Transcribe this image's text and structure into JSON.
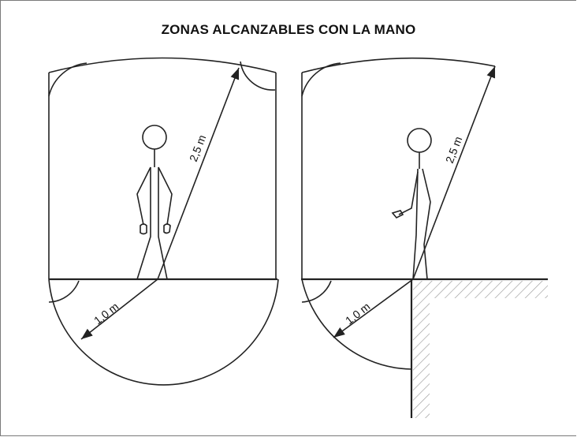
{
  "title": "ZONAS ALCANZABLES CON LA MANO",
  "panels": [
    {
      "reach_up_label": "2,5 m",
      "reach_down_label": "1,0 m"
    },
    {
      "reach_up_label": "2,5 m",
      "reach_down_label": "1,0 m"
    }
  ],
  "colors": {
    "line": "#222222",
    "hatch": "#9a9a9a"
  }
}
